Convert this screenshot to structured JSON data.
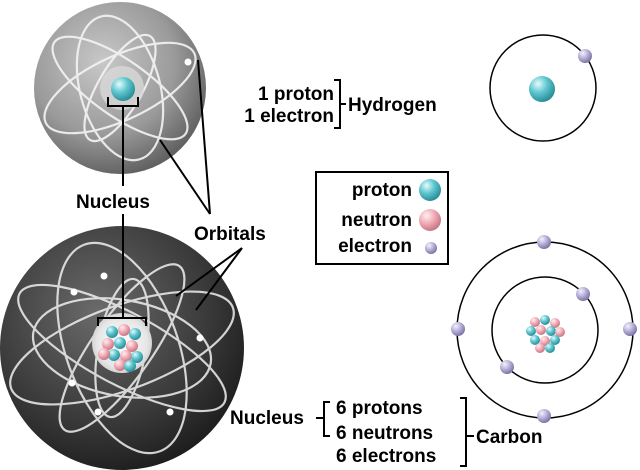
{
  "hydrogen": {
    "name": "Hydrogen",
    "composition": [
      "1 proton",
      "1 electron"
    ]
  },
  "carbon": {
    "name": "Carbon",
    "nucleus_label": "Nucleus",
    "composition": [
      "6 protons",
      "6 neutrons",
      "6 electrons"
    ]
  },
  "labels": {
    "nucleus": "Nucleus",
    "orbitals": "Orbitals"
  },
  "legend": {
    "items": [
      {
        "label": "proton",
        "color": "#5fc6cf"
      },
      {
        "label": "neutron",
        "color": "#f2aeb8"
      },
      {
        "label": "electron",
        "color": "#b9b3d9"
      }
    ]
  },
  "colors": {
    "proton": "#5fc6cf",
    "neutron": "#f2aeb8",
    "electron": "#b9b3d9",
    "hydrogen_sphere": "#9a9a9a",
    "carbon_sphere": "#3a3a3a"
  }
}
